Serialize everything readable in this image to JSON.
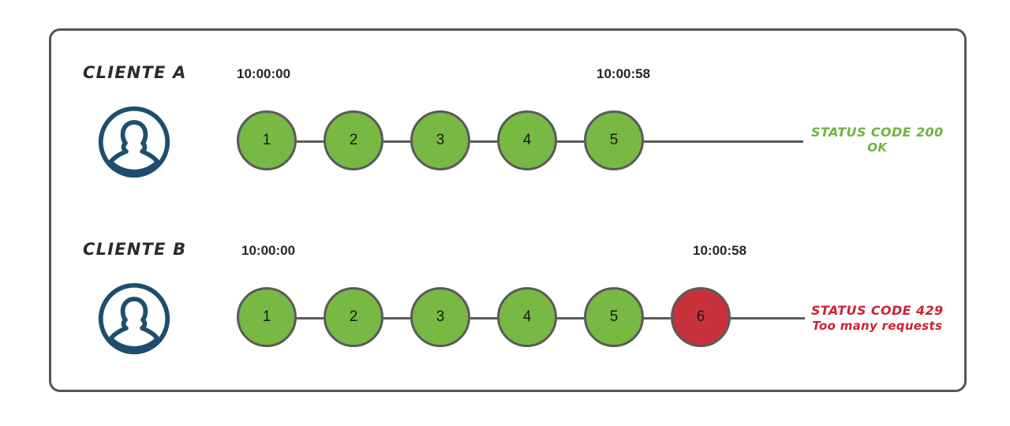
{
  "diagram": {
    "title": "Rate limiting: client request chains with HTTP status codes",
    "colors": {
      "frame_stroke": "#555555",
      "node_ok_fill": "#77b943",
      "node_blocked_fill": "#c9323c",
      "node_stroke": "#5a5a5a",
      "connector": "#5a5a5a",
      "avatar": "#1d4e6e",
      "status_success_text": "#6fb33f",
      "status_error_text": "#cc2233",
      "label_text": "#2b2b2b",
      "timestamp_text": "#262626",
      "node_number_text": "#1a1a1a",
      "background": "#ffffff"
    },
    "rows": [
      {
        "client_label": "CLIENTE A",
        "avatar_icon": "user-avatar-icon",
        "timestamp_start": "10:00:00",
        "timestamp_end": "10:00:58",
        "requests": [
          {
            "number": "1",
            "state": "ok"
          },
          {
            "number": "2",
            "state": "ok"
          },
          {
            "number": "3",
            "state": "ok"
          },
          {
            "number": "4",
            "state": "ok"
          },
          {
            "number": "5",
            "state": "ok"
          }
        ],
        "status": {
          "kind": "success",
          "code_text": "STATUS CODE 200",
          "detail_text": "OK"
        }
      },
      {
        "client_label": "CLIENTE B",
        "avatar_icon": "user-avatar-icon",
        "timestamp_start": "10:00:00",
        "timestamp_end": "10:00:58",
        "requests": [
          {
            "number": "1",
            "state": "ok"
          },
          {
            "number": "2",
            "state": "ok"
          },
          {
            "number": "3",
            "state": "ok"
          },
          {
            "number": "4",
            "state": "ok"
          },
          {
            "number": "5",
            "state": "ok"
          },
          {
            "number": "6",
            "state": "blocked"
          }
        ],
        "status": {
          "kind": "error",
          "code_text": "STATUS CODE 429",
          "detail_text": "Too many requests"
        }
      }
    ]
  }
}
